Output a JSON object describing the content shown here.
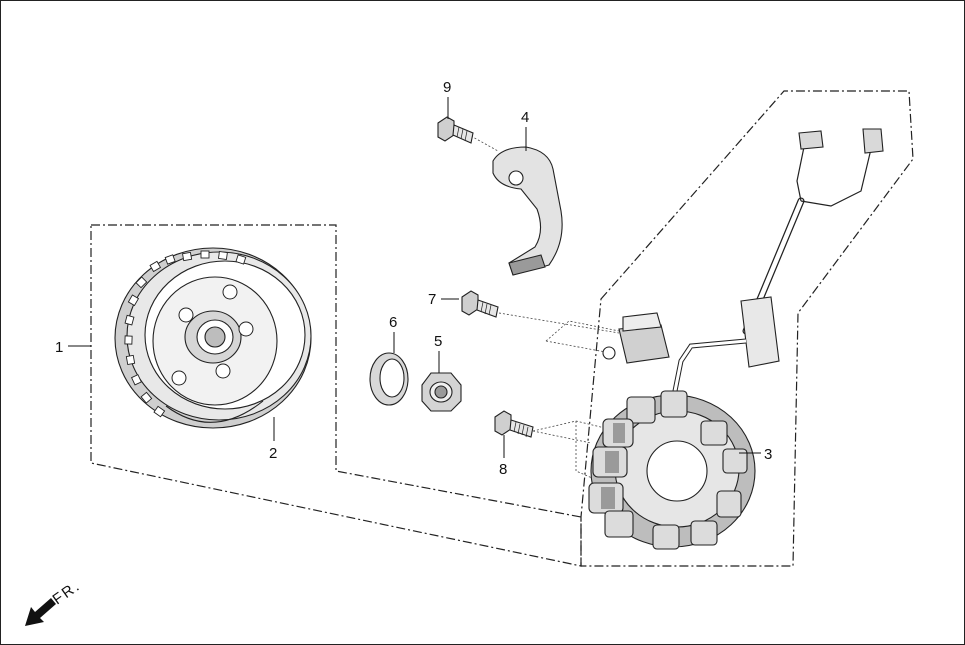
{
  "callouts": {
    "p1": "1",
    "p2": "2",
    "p3": "3",
    "p4": "4",
    "p5": "5",
    "p6": "6",
    "p7": "7",
    "p8": "8",
    "p9": "9"
  },
  "direction_label": "FR.",
  "colors": {
    "line": "#222222",
    "part_fill": "#d9d9d9",
    "part_fill_light": "#efefef",
    "part_fill_dark": "#9a9a9a",
    "background": "#ffffff"
  },
  "icons": [
    "front-direction-arrow-icon"
  ]
}
